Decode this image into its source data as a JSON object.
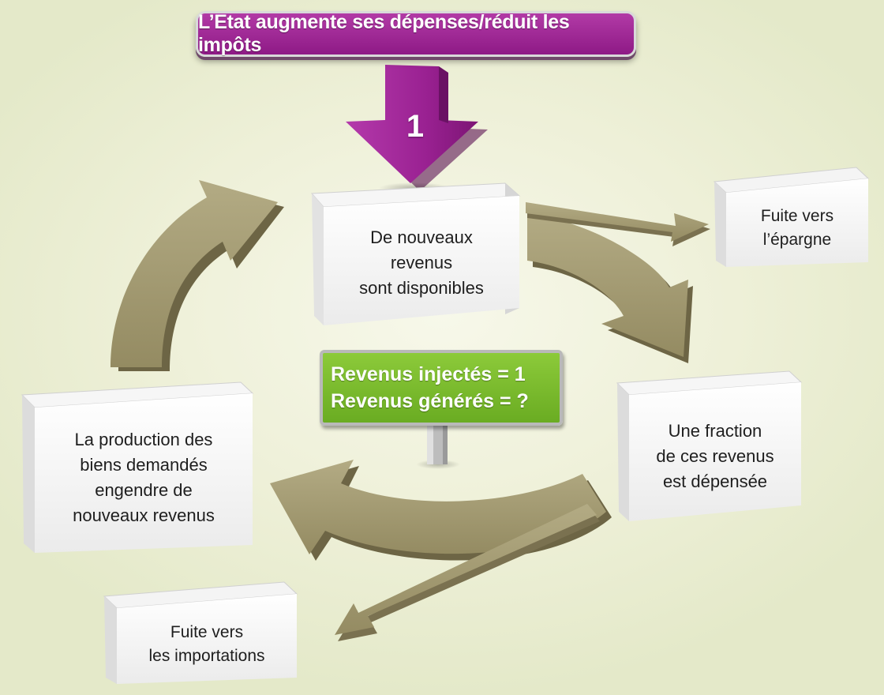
{
  "header": {
    "banner_text": "L’Etat augmente ses dépenses/réduit les impôts",
    "step_number": "1"
  },
  "boxes": {
    "new_income": "De nouveaux\nrevenus\nsont disponibles",
    "savings_leak": "Fuite vers\nl’épargne",
    "spent_fraction": "Une fraction\nde ces revenus\nest dépensée",
    "production": "La production des\nbiens demandés\nengendre de\nnouveaux revenus",
    "imports_leak": "Fuite vers\nles importations"
  },
  "sign": {
    "line1": "Revenus injectés = 1",
    "line2": "Revenus générés = ?"
  },
  "colors": {
    "banner": "#9b2392",
    "arrow_down": "#a0299a",
    "cycle_arrow": "#a59c74",
    "sign": "#7aba2c",
    "background": "#eef0d8"
  }
}
